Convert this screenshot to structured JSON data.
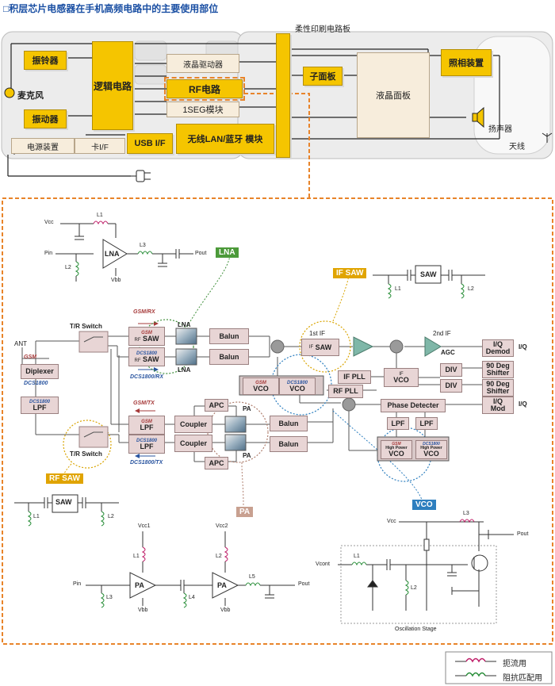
{
  "title": "□积层芯片电感器在手机高频电路中的主要使用部位",
  "phone": {
    "flex_pcb": "柔性印刷电路板",
    "ringer": "振铃器",
    "logic": "逻辑电路",
    "lcd_driver": "液晶驱动器",
    "rf": "RF电路",
    "oneseg": "1SEG模块",
    "mic": "麦克风",
    "vibrator": "振动器",
    "power": "电源装置",
    "card": "卡I/F",
    "usb": "USB I/F",
    "wlan": "无线LAN/蓝牙 模块",
    "subpanel": "子面板",
    "lcd_panel": "液晶面板",
    "camera": "照相装置",
    "speaker": "扬声器",
    "antenna": "天线"
  },
  "tags": {
    "lna": "LNA",
    "if_saw": "IF SAW",
    "rf_saw": "RF SAW",
    "pa": "PA",
    "vco": "VCO"
  },
  "block": {
    "ant": "ANT",
    "tr_switch": "T/R Switch",
    "gsm": "GSM",
    "dcs": "DCS1800",
    "diplexer": "Diplexer",
    "lpf": "LPF",
    "gsm_rx": "GSM/RX",
    "dcs_rx": "DCS1800/RX",
    "gsm_tx": "GSM/TX",
    "dcs_tx": "DCS1800/TX",
    "rf_saw": "SAW",
    "rf_pre": "RF",
    "lna": "LNA",
    "balun": "Balun",
    "first_if": "1st IF",
    "if_pre": "IF",
    "saw": "SAW",
    "second_if": "2nd IF",
    "agc": "AGC",
    "iq_demod_1": "I/Q",
    "iq_demod_2": "Demod",
    "iq": "I/Q",
    "deg90_1": "90 Deg",
    "deg90_2": "Shifter",
    "div": "DIV",
    "if_pll": "IF PLL",
    "rf_pll": "RF PLL",
    "vco": "VCO",
    "phase_detector": "Phase Detecter",
    "iq_mod_2": "Mod",
    "apc": "APC",
    "coupler": "Coupler",
    "pa": "PA",
    "high_power": "High Power"
  },
  "circuit": {
    "vcc": "Vcc",
    "vcc1": "Vcc1",
    "vcc2": "Vcc2",
    "vbb": "Vbb",
    "pin": "Pin",
    "pout": "Pout",
    "vcont": "Vcont",
    "l1": "L1",
    "l2": "L2",
    "l3": "L3",
    "l4": "L4",
    "l5": "L5",
    "lna": "LNA",
    "saw": "SAW",
    "pa": "PA",
    "osc_stage": "Oscillation Stage"
  },
  "legend": {
    "choke": "扼流用",
    "matching": "阻抗匹配用"
  },
  "colors": {
    "yellow": "#f5c500",
    "orange_dash": "#e8842a",
    "lna_tag": "#4c9a3a",
    "ifsaw_tag": "#e0a400",
    "pa_tag": "#c8a090",
    "vco_tag": "#2e7fbf",
    "choke": "#c0206a",
    "matching": "#2a8f3a"
  }
}
